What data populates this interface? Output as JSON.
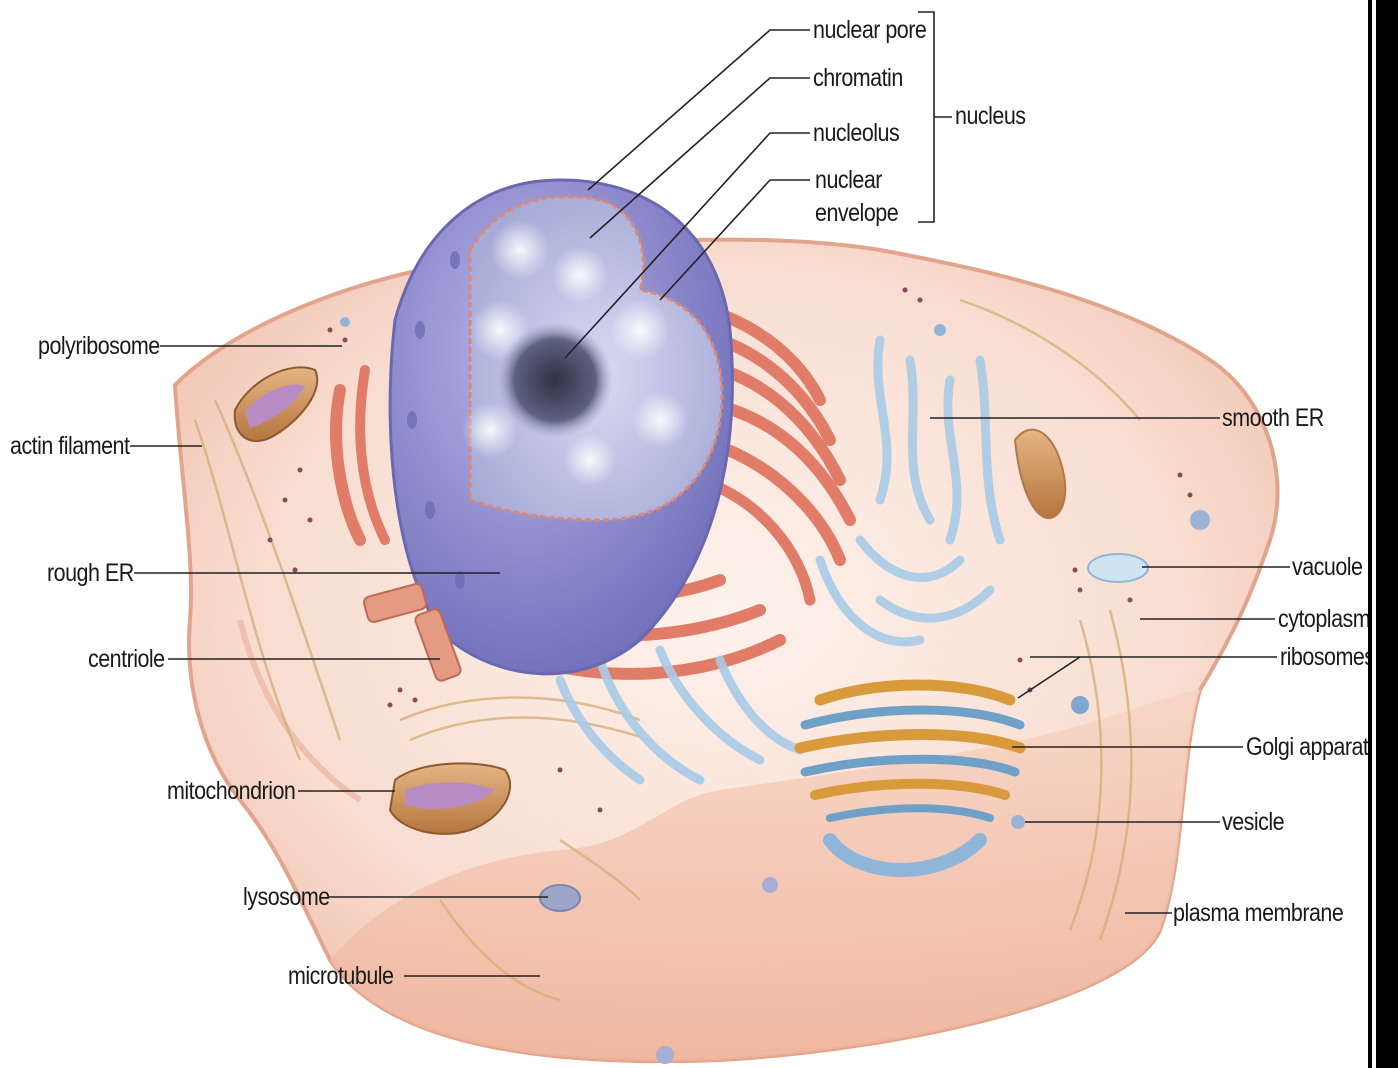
{
  "labels": {
    "nuclear_pore": "nuclear pore",
    "chromatin": "chromatin",
    "nucleolus": "nucleolus",
    "nuclear_envelope_1": "nuclear",
    "nuclear_envelope_2": "envelope",
    "nucleus": "nucleus",
    "polyribosome": "polyribosome",
    "actin_filament": "actin filament",
    "rough_er": "rough ER",
    "centriole": "centriole",
    "mitochondrion": "mitochondrion",
    "lysosome": "lysosome",
    "microtubule": "microtubule",
    "smooth_er": "smooth ER",
    "vacuole": "vacuole",
    "cytoplasm": "cytoplasm",
    "ribosomes": "ribosomes",
    "golgi_apparatus": "Golgi apparatus",
    "vesicle": "vesicle",
    "plasma_membrane": "plasma membrane"
  },
  "colors": {
    "cell_body": "#f6d3c6",
    "cell_edge": "#e8a895",
    "nucleus": "#8f8fd0",
    "nucleus_interior": "#b9bde3",
    "nucleolus": "#4a4e70",
    "rough_er": "#e07c68",
    "smooth_er": "#a9c8e6",
    "golgi": "#d99a3c",
    "mitochondrion": "#c3874f",
    "leader_line": "#222222"
  }
}
